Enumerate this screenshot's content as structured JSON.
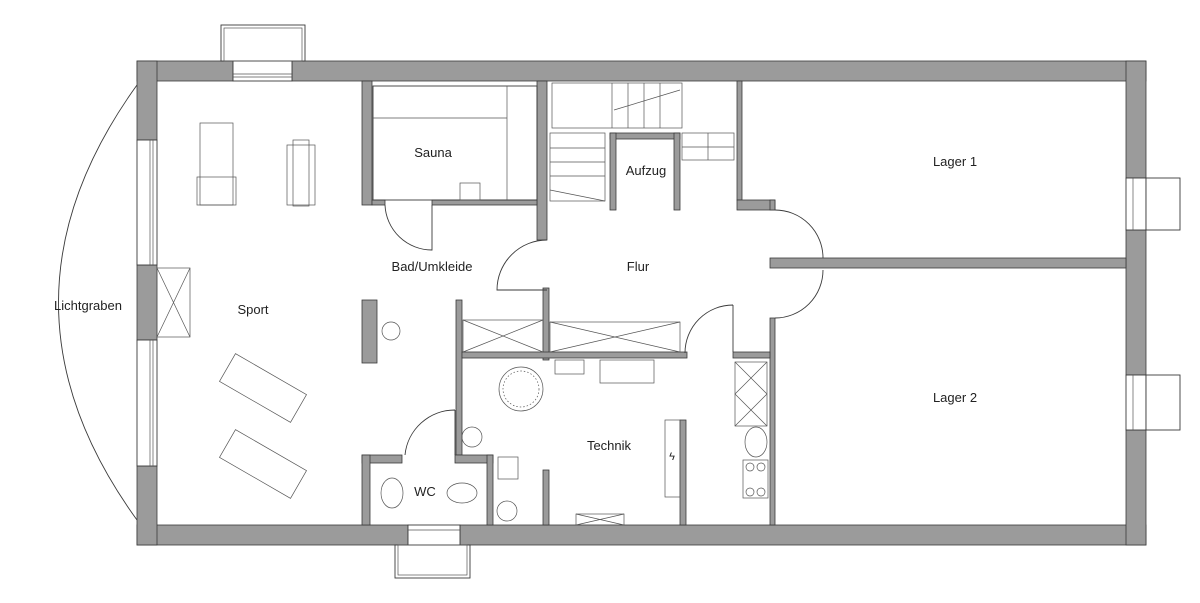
{
  "plan": {
    "rooms": {
      "lichtgraben": "Lichtgraben",
      "sport": "Sport",
      "sauna": "Sauna",
      "bad": "Bad/Umkleide",
      "flur": "Flur",
      "aufzug": "Aufzug",
      "lager1": "Lager 1",
      "lager2": "Lager 2",
      "technik": "Technik",
      "wc": "WC"
    },
    "colors": {
      "wall": "#9b9b9b",
      "line": "#3a3a3a"
    }
  }
}
